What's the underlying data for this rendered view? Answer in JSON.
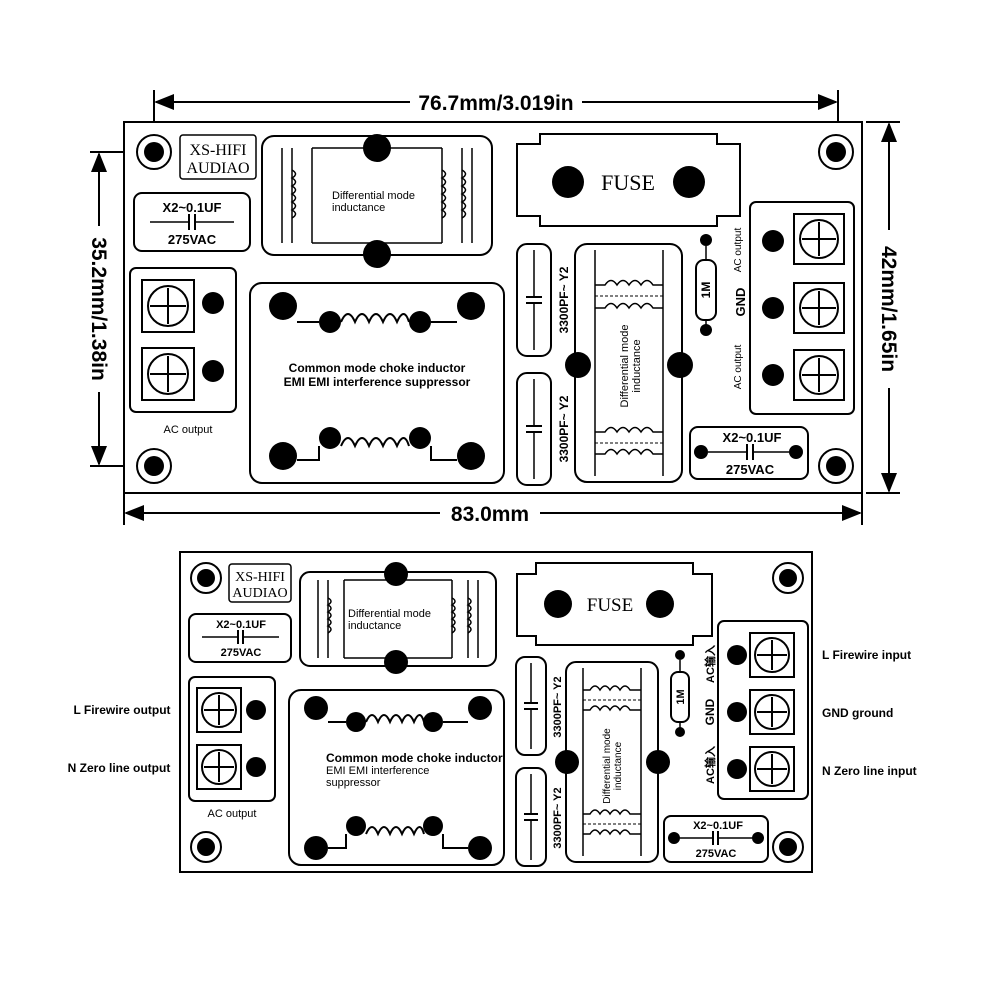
{
  "dimensions": {
    "top_width": "76.7mm/3.019in",
    "total_width": "83.0mm",
    "left_height": "35.2mm/1.38in",
    "right_height": "42mm/1.65in"
  },
  "board_top": {
    "brand_line1": "XS-HIFI",
    "brand_line2": "AUDIAO",
    "cap_x2_value": "X2~0.1UF",
    "cap_x2_voltage": "275VAC",
    "diff_mode_line1": "Differential mode",
    "diff_mode_line2": "inductance",
    "fuse": "FUSE",
    "cmc_line1": "Common mode choke inductor",
    "cmc_line2": "EMI EMI interference suppressor",
    "ac_output_left": "AC output",
    "y2_cap": "3300PF~ Y2",
    "diff_mode_v_line1": "Differential mode",
    "diff_mode_v_line2": "inductance",
    "resistor": "1M",
    "ac_output_r1": "AC output",
    "gnd": "GND",
    "ac_output_r2": "AC output"
  },
  "board_bottom": {
    "brand_line1": "XS-HIFI",
    "brand_line2": "AUDIAO",
    "cap_x2_value": "X2~0.1UF",
    "cap_x2_voltage": "275VAC",
    "diff_mode_line1": "Differential mode",
    "diff_mode_line2": "inductance",
    "fuse": "FUSE",
    "cmc_line1": "Common mode choke inductor",
    "cmc_line2": "EMI EMI interference",
    "cmc_line3": "suppressor",
    "ac_output_left": "AC output",
    "y2_cap": "3300PF~ Y2",
    "diff_mode_v_line1": "Differential mode",
    "diff_mode_v_line2": "inductance",
    "resistor": "1M",
    "ac_input_r1": "AC输入",
    "gnd": "GND",
    "ac_input_r2": "AC输入"
  },
  "callouts": {
    "l_firewire_output": "L Firewire output",
    "n_zero_output": "N Zero line output",
    "l_firewire_input": "L Firewire input",
    "gnd_ground": "GND ground",
    "n_zero_input": "N Zero line input"
  }
}
